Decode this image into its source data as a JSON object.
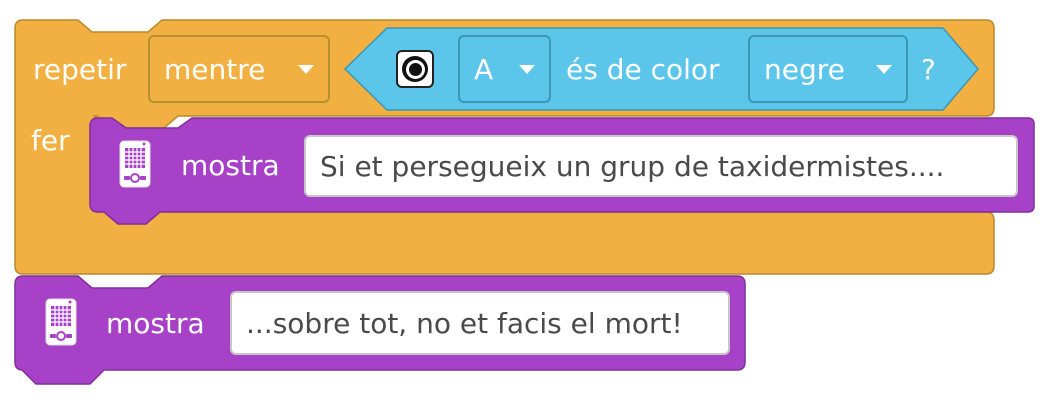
{
  "colors": {
    "control_orange": "#f2af42",
    "looks_purple": "#a742c8",
    "sensor_blue": "#5cc5ea",
    "text_dark": "#4a4a4a"
  },
  "repeat_block": {
    "repeat_label": "repetir",
    "mode_value": "mentre",
    "do_label": "fer",
    "condition": {
      "sensor_icon": "color-sensor-icon",
      "port_value": "A",
      "middle_label": "és de color",
      "color_value": "negre",
      "question_mark": "?"
    },
    "inner_display": {
      "icon": "display-icon",
      "label": "mostra",
      "text_value": "Si et persegueix un grup de taxidermistes...."
    }
  },
  "outer_display": {
    "icon": "display-icon",
    "label": "mostra",
    "text_value": "...sobre tot, no et facis el mort!"
  }
}
